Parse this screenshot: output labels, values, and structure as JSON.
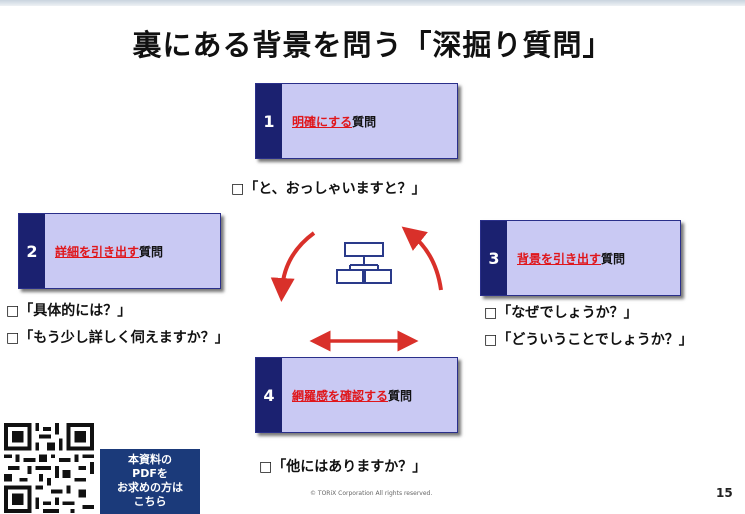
{
  "slide": {
    "title": "裏にある背景を問う「深掘り質問」",
    "cards": [
      {
        "number": "1",
        "highlight": "明確にする",
        "suffix": "質問"
      },
      {
        "number": "2",
        "highlight": "詳細を引き出す",
        "suffix": "質問"
      },
      {
        "number": "3",
        "highlight": "背景を引き出す",
        "suffix": "質問"
      },
      {
        "number": "4",
        "highlight": "網羅感を確認する",
        "suffix": "質問"
      }
    ],
    "questions": {
      "card1": [
        "□「と、おっしゃいますと？」"
      ],
      "card2": [
        "□「具体的には？」",
        "□「もう少し詳しく伺えますか？」"
      ],
      "card3": [
        "□「なぜでしょうか？」",
        "□「どういうことでしょうか？」"
      ],
      "card4": [
        "□「他にはありますか？」"
      ]
    },
    "promo_lines": [
      "本資料の",
      "PDFを",
      "お求めの方は",
      "こちら"
    ],
    "copyright": "© TORiX Corporation All rights reserved.",
    "page_number": "15",
    "colors": {
      "accent_red": "#e0161b",
      "navy": "#1b2170",
      "card_fill": "#c9c9f3"
    },
    "icons": [
      "hierarchy-diagram-icon",
      "qr-code",
      "curved-arrow-icon",
      "double-arrow-icon"
    ]
  }
}
